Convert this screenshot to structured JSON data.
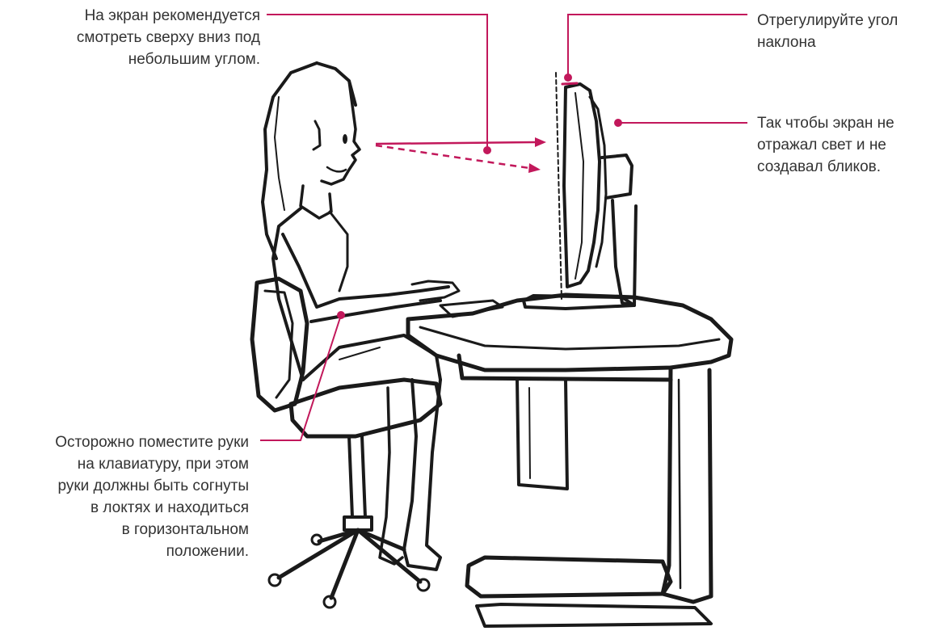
{
  "colors": {
    "annotation": "#c2185b",
    "linework": "#1a1a1a",
    "text": "#333333",
    "background": "#ffffff"
  },
  "annotations": {
    "view_angle": {
      "lines": [
        "На экран рекомендуется",
        "смотреть сверху вниз под",
        "небольшим углом."
      ]
    },
    "tilt": {
      "lines": [
        "Отрегулируйте угол",
        "наклона"
      ]
    },
    "glare": {
      "lines": [
        "Так чтобы экран не",
        "отражал свет и не",
        "создавал бликов."
      ]
    },
    "hands": {
      "lines": [
        "Осторожно поместите руки",
        "на клавиатуру, при этом",
        "руки должны быть согнуты",
        "в локтях и находиться",
        "в горизонтальном",
        "положении."
      ]
    }
  }
}
